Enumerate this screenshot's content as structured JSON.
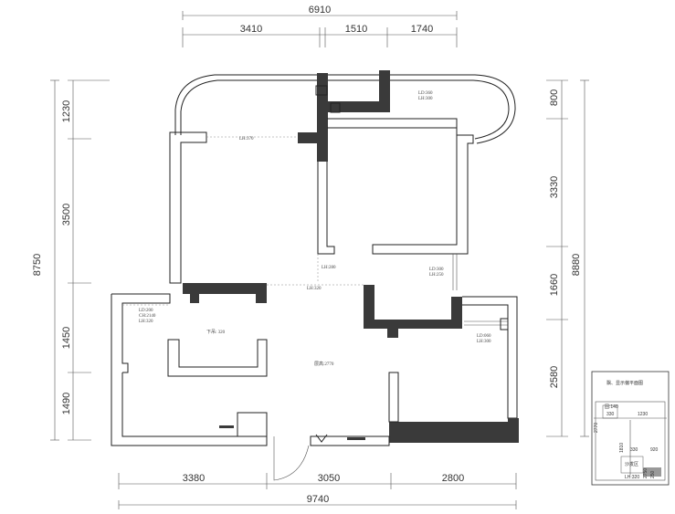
{
  "dimensions": {
    "top_total": "6910",
    "top_segments": [
      "3410",
      "1510",
      "1740"
    ],
    "bottom_segments": [
      "3380",
      "3050",
      "2800"
    ],
    "bottom_total": "9740",
    "left_total": "8750",
    "left_segments": [
      "1230",
      "3500",
      "1450",
      "1490"
    ],
    "right_total": "8880",
    "right_segments": [
      "800",
      "3330",
      "1660",
      "2580"
    ]
  },
  "rooms": {
    "balcony_top": [
      "LD:360",
      "LH:300"
    ],
    "top_corridor": "LH:370",
    "lh_280": "LH:280",
    "lh_320": "LH:320",
    "right_mid": [
      "LD:300",
      "LH:250"
    ],
    "left_kitchen": [
      "LD:200",
      "CH:2140",
      "LH:320"
    ],
    "left_mid": "下吊: 320",
    "living": "层高:2770",
    "right_bottom": [
      "LD:060",
      "LH:300"
    ]
  },
  "inset": {
    "title": "飘、显示偏平面图",
    "labels": [
      "固:140",
      "330",
      "1230",
      "2770",
      "1810",
      "330",
      "920",
      "沙发区",
      "LH:320",
      "2750",
      "250"
    ]
  }
}
